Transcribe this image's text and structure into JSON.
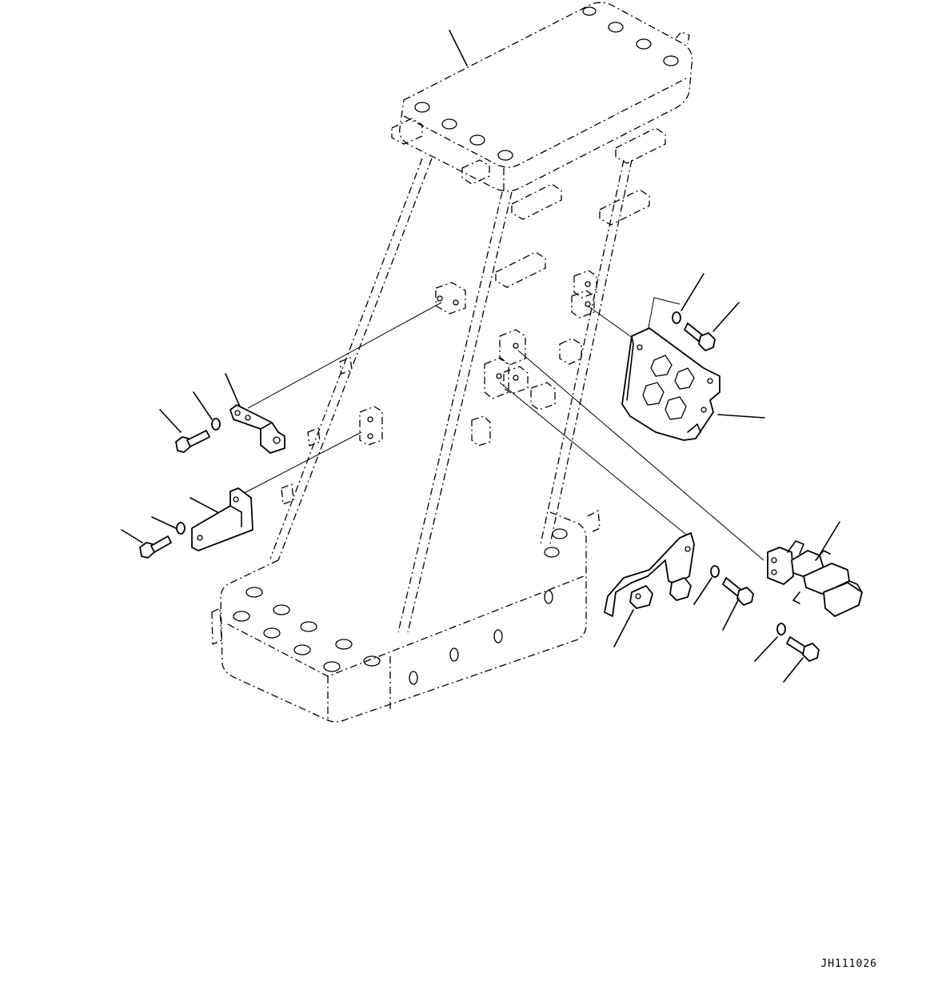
{
  "drawing": {
    "id": "JH111026"
  },
  "parts": [
    {
      "name": "frame-pillar"
    },
    {
      "name": "upper-bracket-left"
    },
    {
      "name": "lower-bracket-left"
    },
    {
      "name": "cover-plate-right"
    },
    {
      "name": "hose-clamp-bracket"
    },
    {
      "name": "connector-bracket"
    },
    {
      "name": "bolt"
    },
    {
      "name": "washer"
    }
  ]
}
